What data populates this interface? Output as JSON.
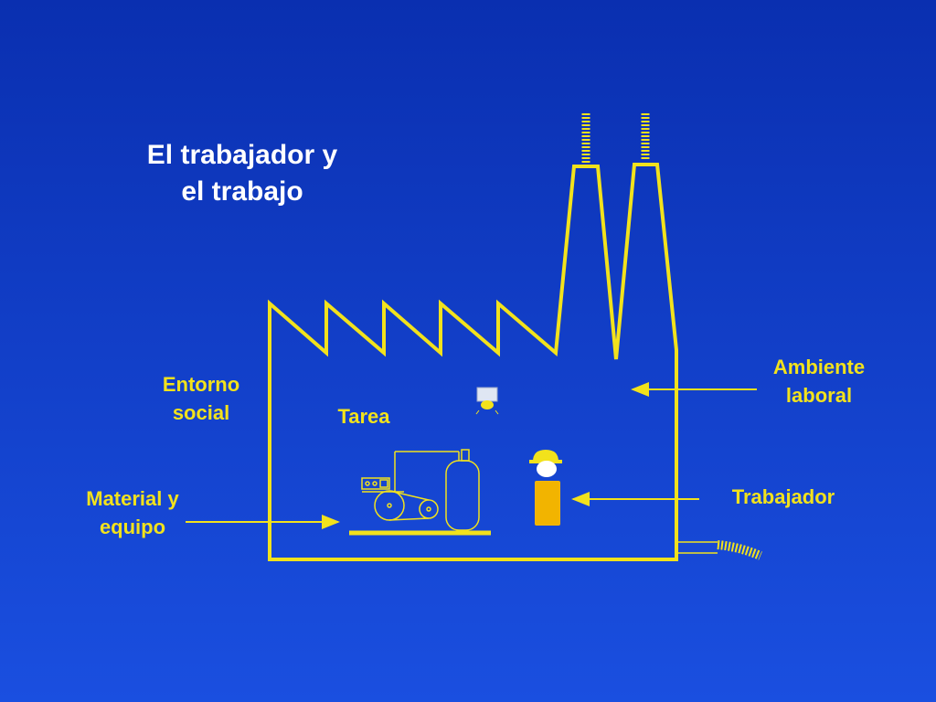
{
  "title": {
    "line1": "El trabajador y",
    "line2": "el trabajo"
  },
  "labels": {
    "entorno_social": {
      "line1": "Entorno",
      "line2": "social"
    },
    "tarea": "Tarea",
    "material_equipo": {
      "line1": "Material y",
      "line2": "equipo"
    },
    "ambiente_laboral": {
      "line1": "Ambiente",
      "line2": "laboral"
    },
    "trabajador": "Trabajador"
  },
  "colors": {
    "background": "#1a44d6",
    "accent": "#f2e21c",
    "title": "#ffffff"
  }
}
